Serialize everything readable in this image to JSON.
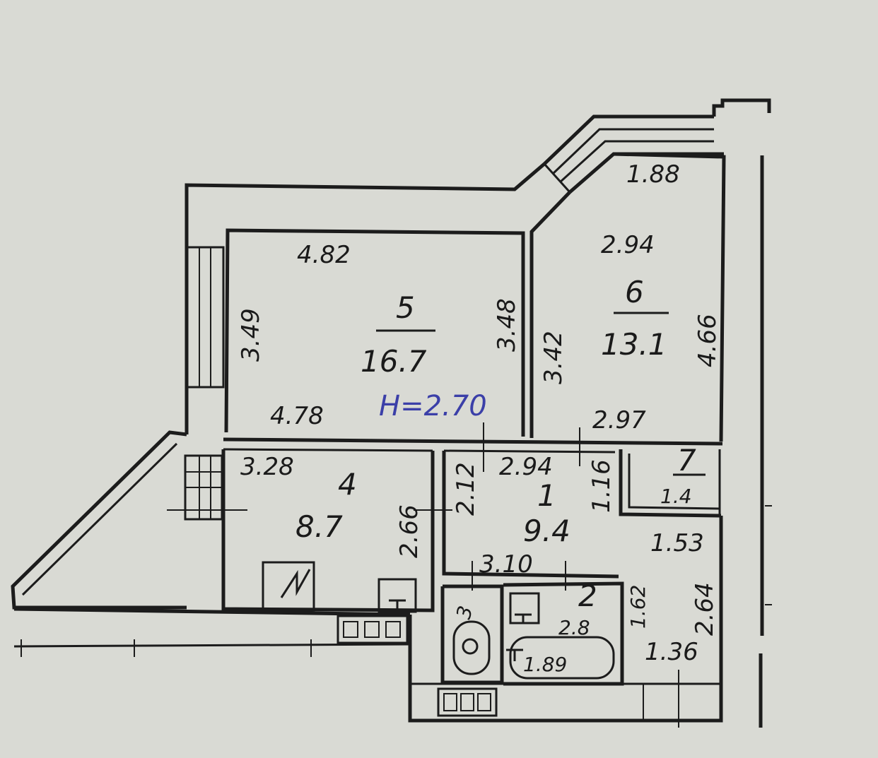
{
  "plan": {
    "height_note": "H=2.70",
    "rooms": [
      {
        "id": "5",
        "number": "5",
        "area": "16.7",
        "dims": {
          "top": "4.82",
          "bottom": "4.78",
          "left": "3.49",
          "right": "3.48"
        }
      },
      {
        "id": "6",
        "number": "6",
        "area": "13.1",
        "dims": {
          "top_outer": "1.88",
          "top": "2.94",
          "bottom": "2.97",
          "left": "3.42",
          "right": "4.66"
        }
      },
      {
        "id": "4",
        "number": "4",
        "area": "8.7",
        "dims": {
          "top": "3.28",
          "right": "2.66"
        }
      },
      {
        "id": "1",
        "number": "1",
        "area": "9.4",
        "dims": {
          "top": "2.94",
          "left": "2.12",
          "right": "1.16",
          "bottom": "3.10"
        }
      },
      {
        "id": "7",
        "number": "7",
        "area": "1.4",
        "dims": {
          "bottom": "1.53"
        }
      },
      {
        "id": "3",
        "number": "3",
        "area": "",
        "dims": {}
      },
      {
        "id": "2",
        "number": "2",
        "area": "2.8",
        "dims": {
          "bottom": "1.89",
          "right": "1.62"
        }
      },
      {
        "id": "corridor",
        "number": "",
        "area": "",
        "dims": {
          "right": "2.64",
          "bottom": "1.36"
        }
      }
    ]
  }
}
